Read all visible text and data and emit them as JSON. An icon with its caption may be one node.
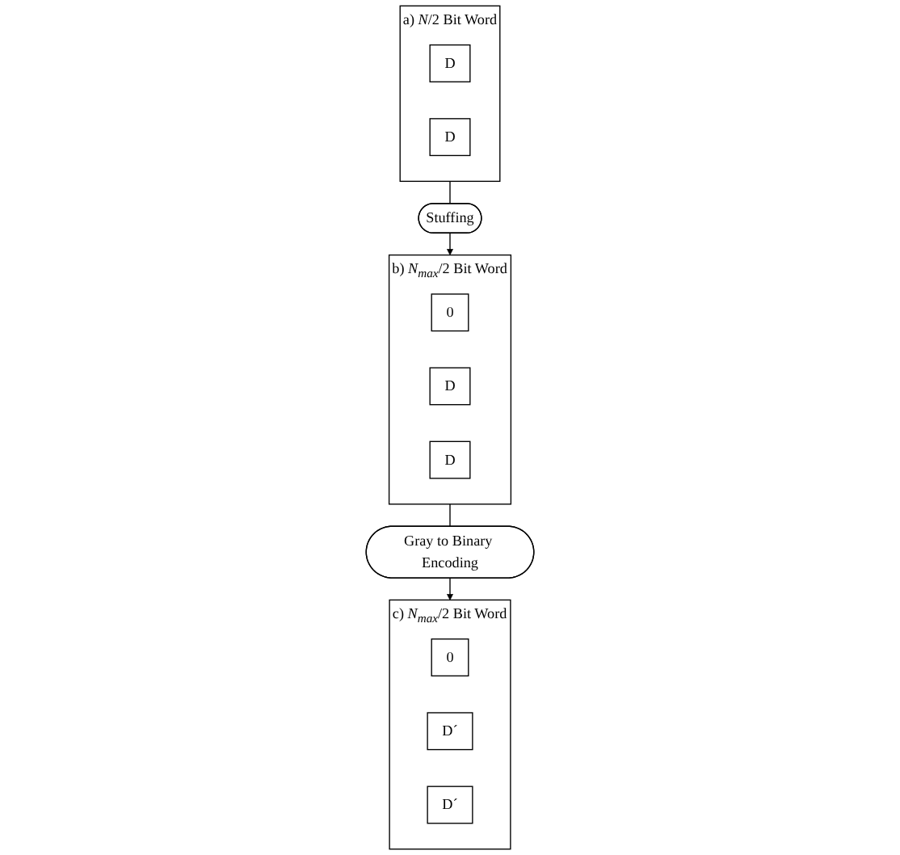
{
  "diagram": {
    "nodes": [
      {
        "text": [
          "a) *N*/2 Bit Word"
        ]
      },
      {
        "text": [
          "D"
        ],
        "in": 0
      },
      {
        "text": [
          "D"
        ],
        "in": 0
      },
      {
        "text": [
          "Stuffing"
        ]
      },
      {
        "text": [
          "b) *N*$_{max}$/2 Bit Word"
        ]
      },
      {
        "text": [
          "0"
        ],
        "in": 4
      },
      {
        "text": [
          "D"
        ],
        "in": 4
      },
      {
        "text": [
          "D"
        ],
        "in": 4
      },
      {
        "text": [
          "Gray to Binary Encoding"
        ]
      },
      {
        "text": [
          "c) *N*$_{max}$/2 Bit Word"
        ]
      },
      {
        "text": [
          "0"
        ],
        "in": 9
      },
      {
        "text": [
          "D´"
        ],
        "in": 9
      },
      {
        "text": [
          "D´"
        ],
        "in": 9
      }
    ],
    "edges": [
      {
        "from": 0,
        "to": 3,
        "arrow": "none"
      },
      {
        "from": 3,
        "to": 4,
        "arrow": "to"
      },
      {
        "from": 4,
        "to": 8,
        "arrow": "none"
      },
      {
        "from": 8,
        "to": 9,
        "arrow": "to"
      }
    ]
  }
}
